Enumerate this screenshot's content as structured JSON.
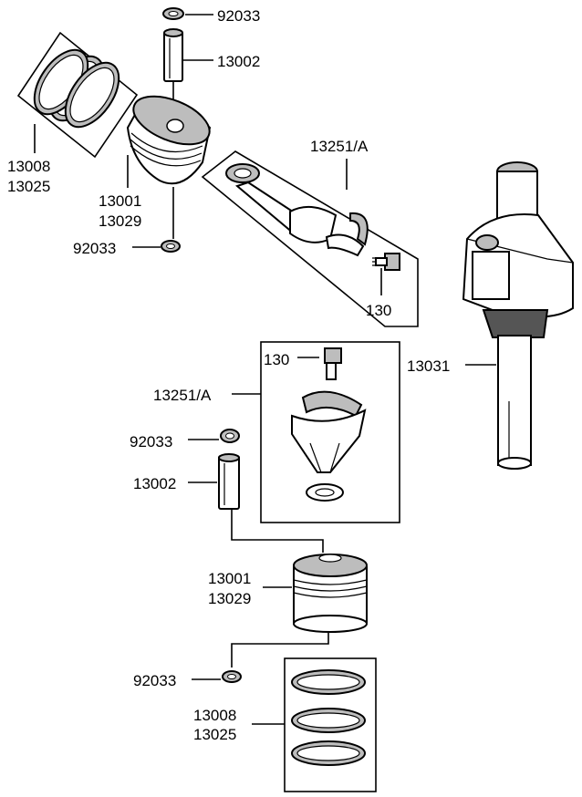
{
  "labels": {
    "top_clip": "92033",
    "top_pin": "13002",
    "top_rings_a": "13008",
    "top_rings_b": "13025",
    "top_piston_a": "13001",
    "top_piston_b": "13029",
    "top_lower_clip": "92033",
    "top_rod": "13251/A",
    "top_bolt": "130",
    "crankshaft": "13031",
    "bottom_bolt": "130",
    "bottom_rod": "13251/A",
    "bottom_clip": "92033",
    "bottom_pin": "13002",
    "bottom_piston_a": "13001",
    "bottom_piston_b": "13029",
    "bottom_lower_clip": "92033",
    "bottom_rings_a": "13008",
    "bottom_rings_b": "13025"
  }
}
